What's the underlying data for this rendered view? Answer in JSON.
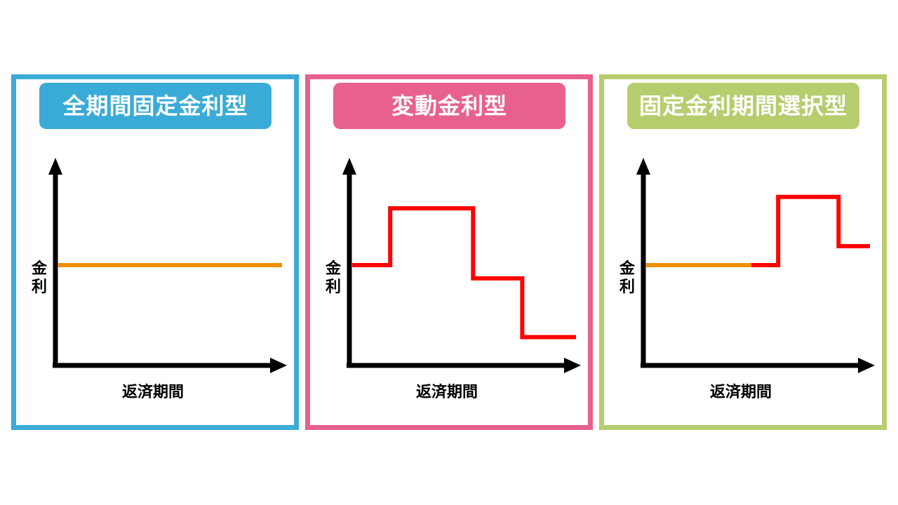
{
  "panels": [
    {
      "title": "全期間固定金利型",
      "color": "#3aabd6",
      "y_label_top": "金",
      "y_label_bottom": "利",
      "x_label": "返済期間",
      "segments": [
        {
          "color": "#f28e00",
          "points": [
            [
              0,
              0.5
            ],
            [
              1.0,
              0.5
            ]
          ]
        }
      ]
    },
    {
      "title": "変動金利型",
      "color": "#e8618c",
      "y_label_top": "金",
      "y_label_bottom": "利",
      "x_label": "返済期間",
      "segments": [
        {
          "color": "#ff0000",
          "points": [
            [
              0,
              0.5
            ],
            [
              0.17,
              0.5
            ],
            [
              0.17,
              0.8
            ],
            [
              0.54,
              0.8
            ],
            [
              0.54,
              0.43
            ],
            [
              0.76,
              0.43
            ],
            [
              0.76,
              0.12
            ],
            [
              1.0,
              0.12
            ]
          ]
        }
      ]
    },
    {
      "title": "固定金利期間選択型",
      "color": "#b6cd6e",
      "y_label_top": "金",
      "y_label_bottom": "利",
      "x_label": "返済期間",
      "segments": [
        {
          "color": "#f28e00",
          "points": [
            [
              0,
              0.5
            ],
            [
              0.47,
              0.5
            ]
          ]
        },
        {
          "color": "#ff0000",
          "points": [
            [
              0.47,
              0.5
            ],
            [
              0.59,
              0.5
            ],
            [
              0.59,
              0.86
            ],
            [
              0.86,
              0.86
            ],
            [
              0.86,
              0.6
            ],
            [
              1.0,
              0.6
            ]
          ]
        }
      ]
    }
  ]
}
